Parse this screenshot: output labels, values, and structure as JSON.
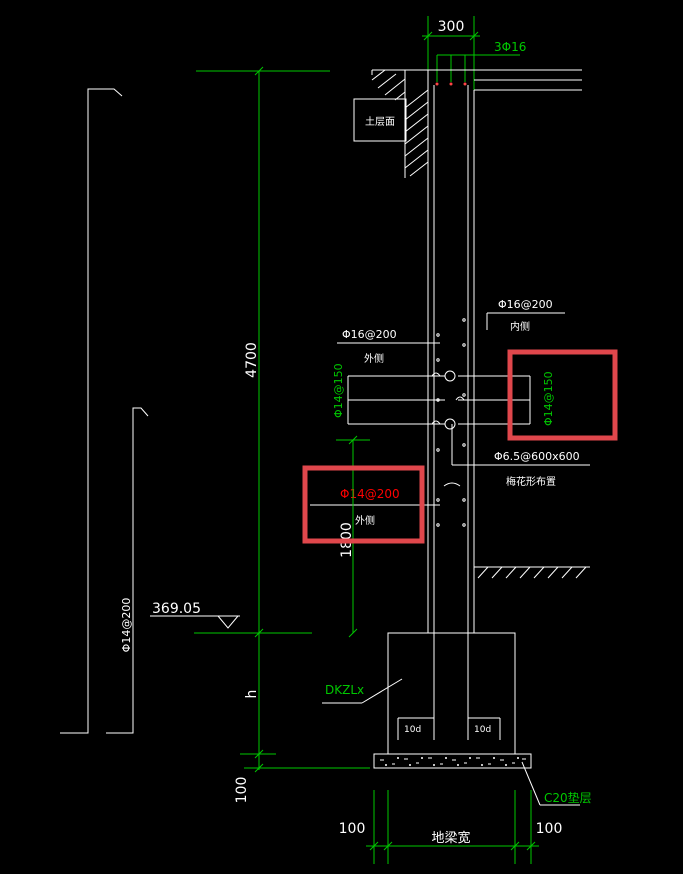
{
  "colors": {
    "background": "#000000",
    "dim_green": "#00c800",
    "white": "#ffffff",
    "red": "#ff0000",
    "highlight_box": "#e0474c"
  },
  "dims": {
    "top_width": "300",
    "total_height": "4700",
    "lower_height": "1800",
    "foundation_h": "h",
    "foundation_100": "100",
    "bottom_left_100": "100",
    "bottom_right_100": "100",
    "beam_width": "地梁宽",
    "elevation": "369.05"
  },
  "labels": {
    "top_rebar": "3Φ16",
    "soil_surface": "土层面",
    "inner_rebar": "Φ16@200",
    "inner_side": "内侧",
    "outer_rebar": "Φ16@200",
    "outer_side": "外侧",
    "left_vertical_rebar": "Φ14@150",
    "right_vertical_rebar": "Φ14@150",
    "tie_rebar": "Φ6.5@600x600",
    "tie_note": "梅花形布置",
    "red_rebar": "Φ14@200",
    "red_side": "外侧",
    "far_left_rebar": "Φ14@200",
    "beam_code": "DKZLx",
    "anchor_left": "10d",
    "anchor_right": "10d",
    "concrete": "C20垫层"
  }
}
